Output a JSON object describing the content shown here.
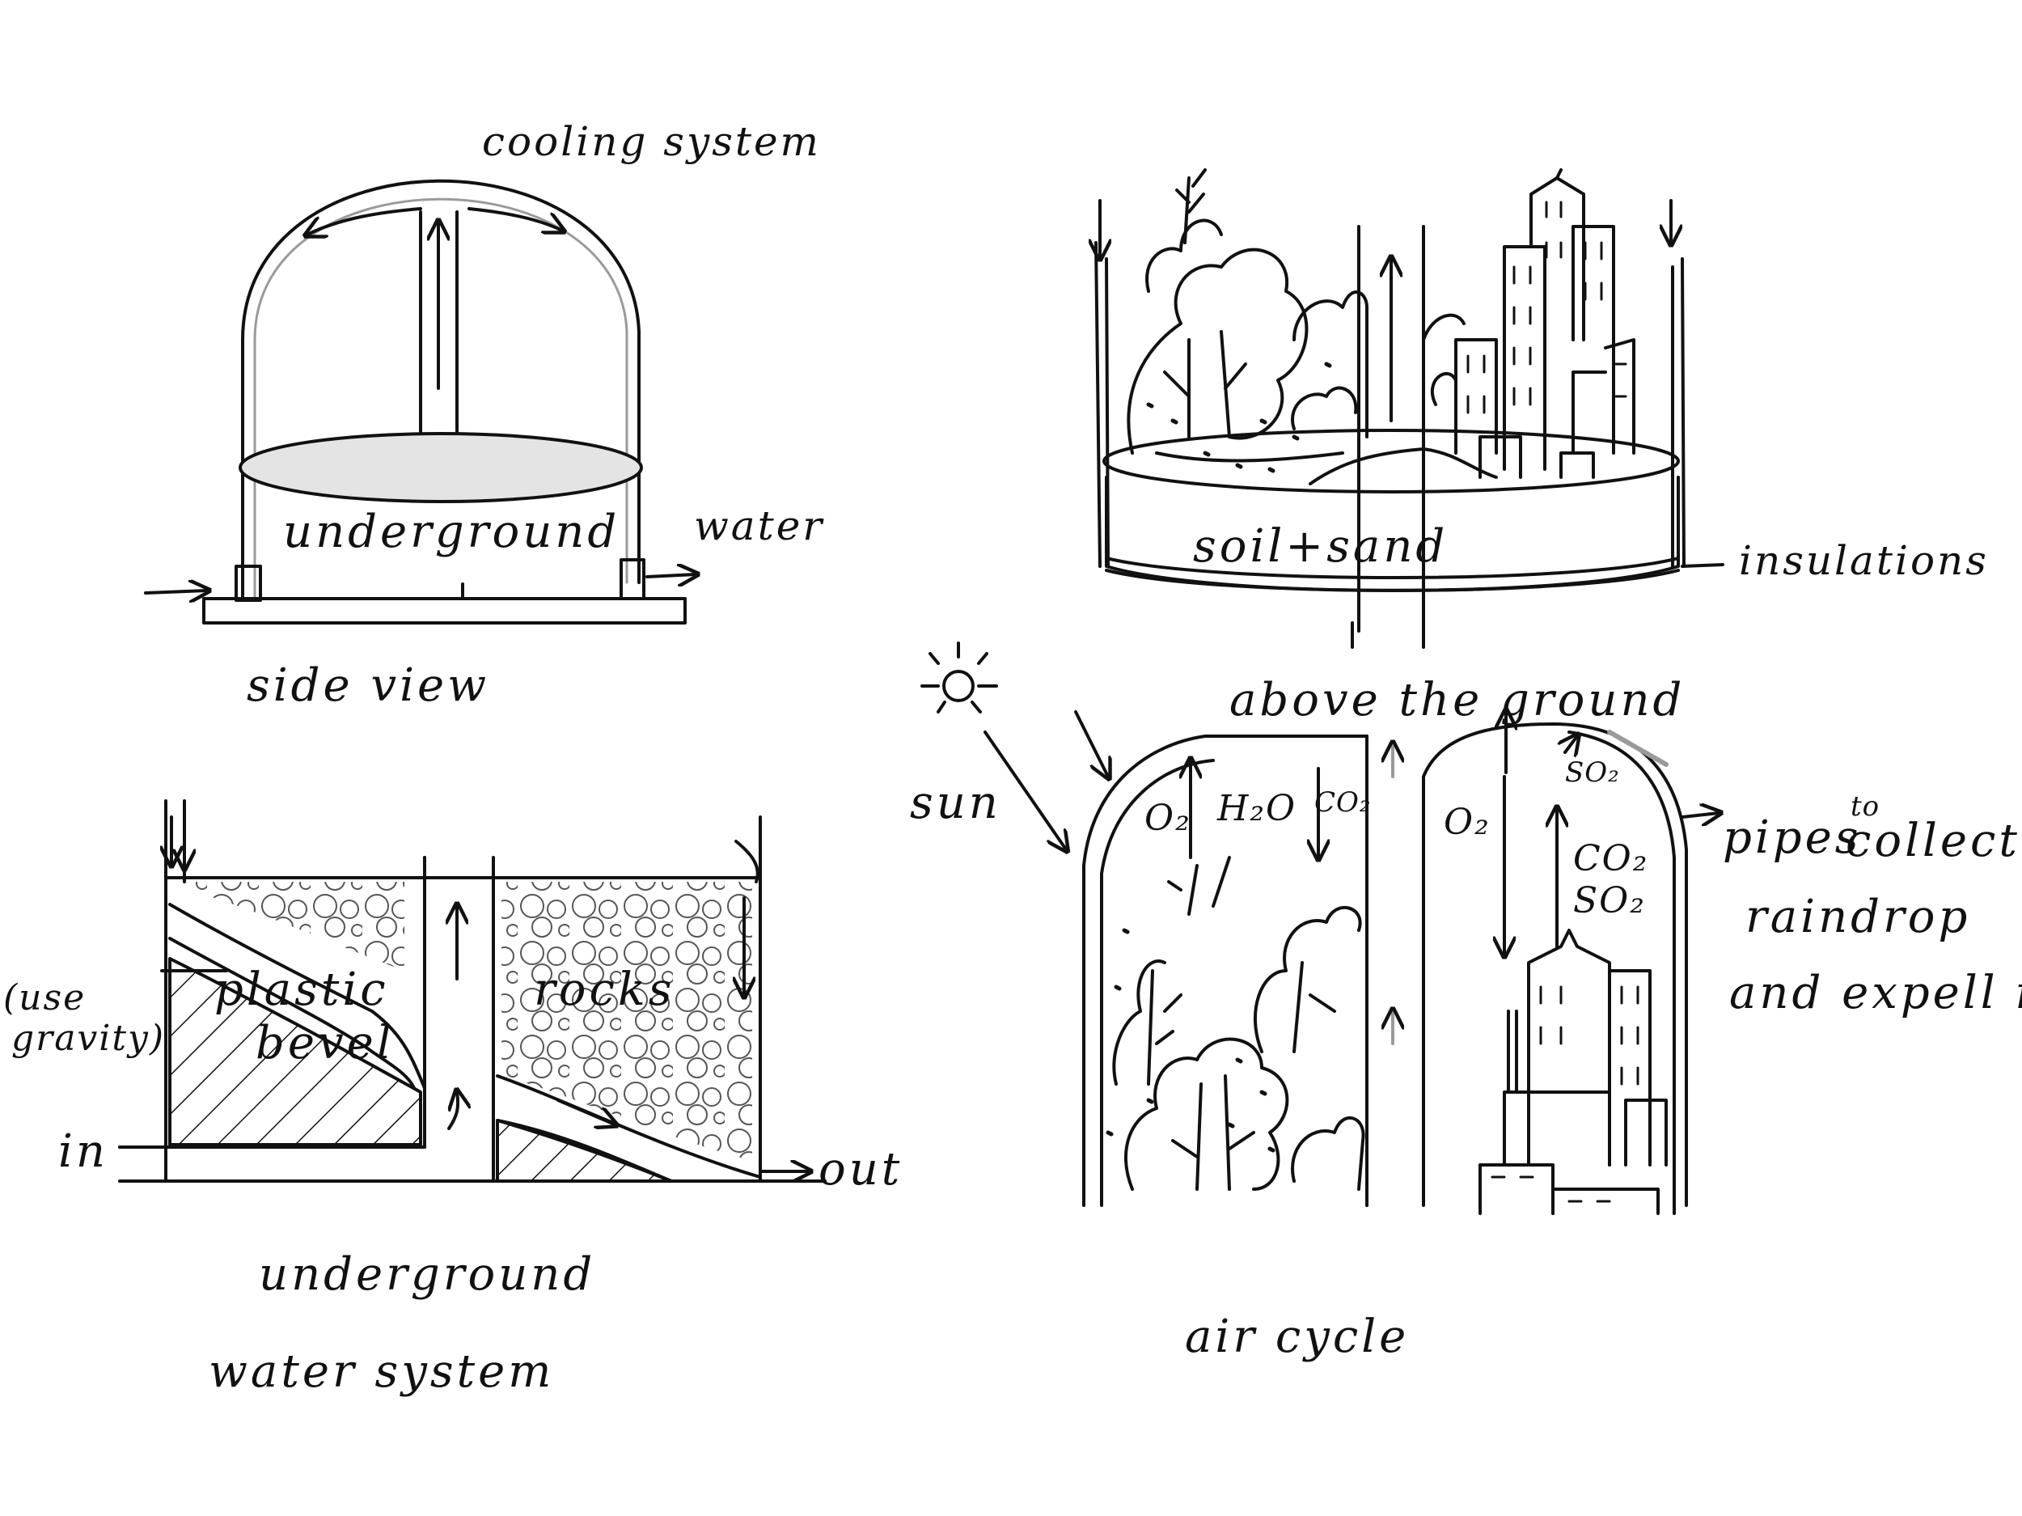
{
  "panels": {
    "side_view": {
      "caption": "side view",
      "labels": {
        "cooling_system": "cooling system",
        "underground": "underground",
        "water": "water"
      }
    },
    "above_ground": {
      "caption": "above the ground",
      "labels": {
        "soil_sand": "soil+sand",
        "insulations": "insulations"
      }
    },
    "water_system": {
      "caption_line1": "underground",
      "caption_line2": "water system",
      "labels": {
        "use_gravity_1": "(use",
        "use_gravity_2": "gravity)",
        "plastic": "plastic",
        "bevel": "bevel",
        "rocks": "rocks",
        "in": "in",
        "out": "out"
      }
    },
    "air_cycle": {
      "caption": "air cycle",
      "labels": {
        "sun": "sun",
        "o2_left": "O₂",
        "h2o": "H₂O",
        "co2_left": "CO₂",
        "o2_right": "O₂",
        "so2_top": "SO₂",
        "co2_right": "CO₂",
        "so2_right": "SO₂",
        "pipes": "pipes",
        "to_mark": "to",
        "collect": "collect",
        "raindrop": "raindrop",
        "expell": "and expell it"
      }
    }
  },
  "colors": {
    "ink": "#111111",
    "pencil": "#9a9a9a"
  }
}
